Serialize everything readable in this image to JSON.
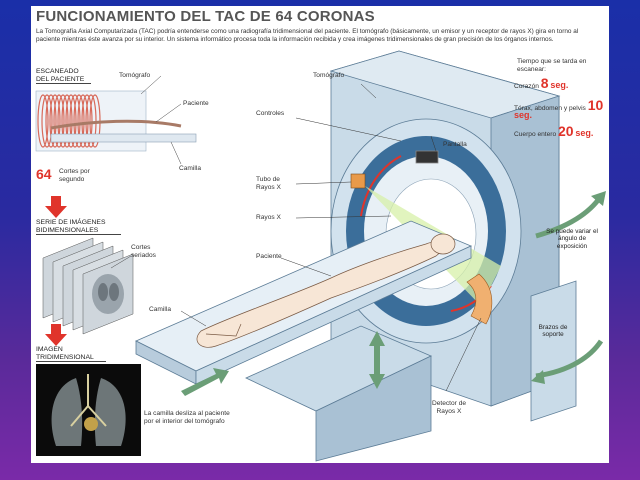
{
  "title": "FUNCIONAMIENTO DEL TAC DE 64 CORONAS",
  "intro": "La Tomografía Axial Computarizada (TAC) podría entenderse como una radiografía tridimensional del paciente. El tomógrafo (básicamente, un emisor y un receptor de rayos X) gira en torno al paciente mientras éste avanza por su interior. Un sistema informático procesa toda la información recibida y crea imágenes tridimensionales de gran precisión de los órganos internos.",
  "left_panel": {
    "scan_heading": "ESCANEADO DEL PACIENTE",
    "tomografo": "Tomógrafo",
    "paciente": "Paciente",
    "camilla": "Camilla",
    "cuts_number": "64",
    "cuts_label": "Cortes por segundo",
    "series_heading": "SERIE DE IMÁGENES BIDIMENSIONALES",
    "cortes_seriados": "Cortes seriados",
    "image_heading": "IMAGEN TRIDIMENSIONAL"
  },
  "main_labels": {
    "tomografo": "Tomógrafo",
    "controles": "Controles",
    "pantalla": "Pantalla",
    "tubo": "Tubo de Rayos X",
    "rayos": "Rayos X",
    "paciente": "Paciente",
    "camilla": "Camilla",
    "detector": "Detector de Rayos X",
    "brazos": "Brazos de soporte",
    "camilla_desliza": "La camilla desliza al paciente por el interior del tomógrafo",
    "angulo": "Se puede variar el ángulo de exposición"
  },
  "timing": {
    "heading": "Tiempo que se tarda en escanear:",
    "rows": [
      {
        "label": "Corazón",
        "value": "8",
        "unit": "seg."
      },
      {
        "label": "Tórax, abdomen y pelvis",
        "value": "10",
        "unit": "seg."
      },
      {
        "label": "Cuerpo entero",
        "value": "20",
        "unit": "seg."
      }
    ]
  },
  "colors": {
    "accent_red": "#e0342b",
    "machine": "#c9dbe8",
    "ring": "#3b6e9a",
    "green_arrow": "#6b9e77"
  }
}
